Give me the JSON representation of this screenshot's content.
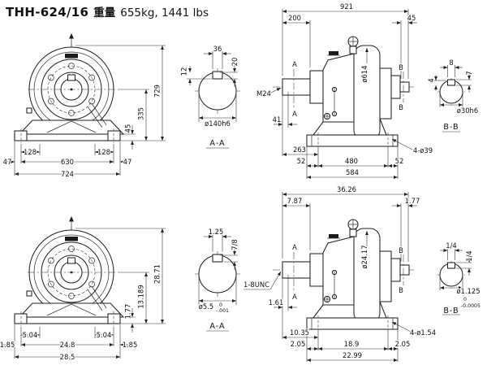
{
  "title": {
    "model": "THH-624/16",
    "weight_label": "重量",
    "weight_value": "655kg, 1441 lbs"
  },
  "metric": {
    "front": {
      "overall_height": "729",
      "center_height": "335",
      "base_height": "45",
      "foot_width_left": "128",
      "foot_width_right": "128",
      "edge_left": "47",
      "bolt_span": "630",
      "edge_right": "47",
      "overall_width": "724"
    },
    "section_aa": {
      "label": "A-A",
      "key_width": "36",
      "key_depth_right": "20",
      "key_depth_left": "12",
      "shaft_dia": "ø140h6"
    },
    "side": {
      "overall_length": "921",
      "input_shaft_length": "200",
      "output_shaft_length": "45",
      "input_thread": "M24",
      "thread_depth": "41",
      "body_dia": "ø614",
      "shaft_to_bolt": "263",
      "bolt_edge_left": "52",
      "bolt_span": "480",
      "bolt_edge_right": "52",
      "base_length": "584",
      "holes": "4-ø39",
      "cut_a": "A",
      "cut_b": "B"
    },
    "section_bb": {
      "label": "B-B",
      "key_width": "8",
      "key_depth_right": "7",
      "key_depth_left": "4",
      "shaft_dia": "ø30h6"
    }
  },
  "imperial": {
    "front": {
      "overall_height": "28.71",
      "center_height": "13.189",
      "base_height": "1.77",
      "foot_width_left": "5.04",
      "foot_width_right": "5.04",
      "edge_left": "1.85",
      "bolt_span": "24.8",
      "edge_right": "1.85",
      "overall_width": "28.5"
    },
    "section_aa": {
      "label": "A-A",
      "key_width": "1.25",
      "key_depth_right": "7/8",
      "shaft_dia": "ø5.5",
      "shaft_dia_tol_upper": "0",
      "shaft_dia_tol_lower": "-.001",
      "thread_note": "1-8UNC"
    },
    "side": {
      "overall_length": "36.26",
      "input_shaft_length": "7.87",
      "output_shaft_length": "1.77",
      "thread_depth": "1.61",
      "body_dia": "ø24.17",
      "shaft_to_bolt": "10.35",
      "bolt_edge_left": "2.05",
      "bolt_span": "18.9",
      "bolt_edge_right": "2.05",
      "base_length": "22.99",
      "holes": "4-ø1.54",
      "cut_a": "A",
      "cut_b": "B"
    },
    "section_bb": {
      "label": "B-B",
      "key_width": "1/4",
      "key_depth_right": "1/4",
      "shaft_dia": "ø1.125",
      "shaft_dia_tol_upper": "0",
      "shaft_dia_tol_lower": "-0.0005"
    }
  }
}
